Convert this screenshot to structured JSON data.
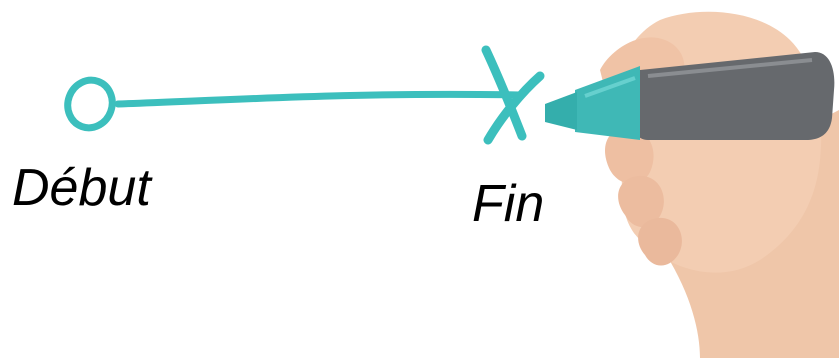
{
  "labels": {
    "start": "Début",
    "end": "Fin"
  },
  "colors": {
    "marker_ink": "#3cbfbd",
    "marker_body": "#6b6f73",
    "marker_cap": "#3fb8b6",
    "skin": "#f2cdb4",
    "text": "#000000",
    "background": "#ffffff"
  },
  "icons": {
    "start_marker": "circle-icon",
    "end_marker": "cross-icon",
    "path": "arrow-line",
    "hand": "hand-holding-marker"
  }
}
